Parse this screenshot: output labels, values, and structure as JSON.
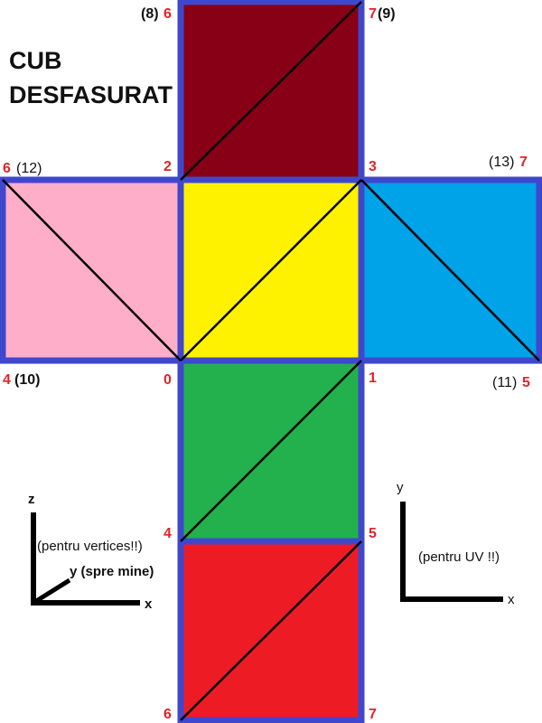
{
  "title": {
    "line1": "CUB",
    "line2": "DESFASURAT"
  },
  "faces": {
    "top": {
      "color": "#880015"
    },
    "left": {
      "color": "#ffaec9"
    },
    "center": {
      "color": "#fff200"
    },
    "right": {
      "color": "#00a2e8"
    },
    "below": {
      "color": "#22b14c"
    },
    "bottom": {
      "color": "#ed1c24"
    }
  },
  "border_color": "#3f48cc",
  "vertex_labels": {
    "top_left_paren": "(8)",
    "top_left_num": "6",
    "top_right_num": "7",
    "top_right_paren": "(9)",
    "left_upper_num": "6",
    "left_upper_paren": "(12)",
    "mid_upper_left": "2",
    "mid_upper_right": "3",
    "right_upper_paren": "(13)",
    "right_upper_num": "7",
    "left_lower_num": "4",
    "left_lower_paren": "(10)",
    "mid_lower_left": "0",
    "mid_lower_right": "1",
    "right_lower_paren": "(11)",
    "right_lower_num": "5",
    "low_left": "4",
    "low_right": "5",
    "bottom_left": "6",
    "bottom_right": "7"
  },
  "axes_vertices": {
    "z": "z",
    "y": "y (spre mine)",
    "x": "x",
    "note": "(pentru vertices!!)"
  },
  "axes_uv": {
    "y": "y",
    "x": "x",
    "note": "(pentru UV !!)"
  }
}
